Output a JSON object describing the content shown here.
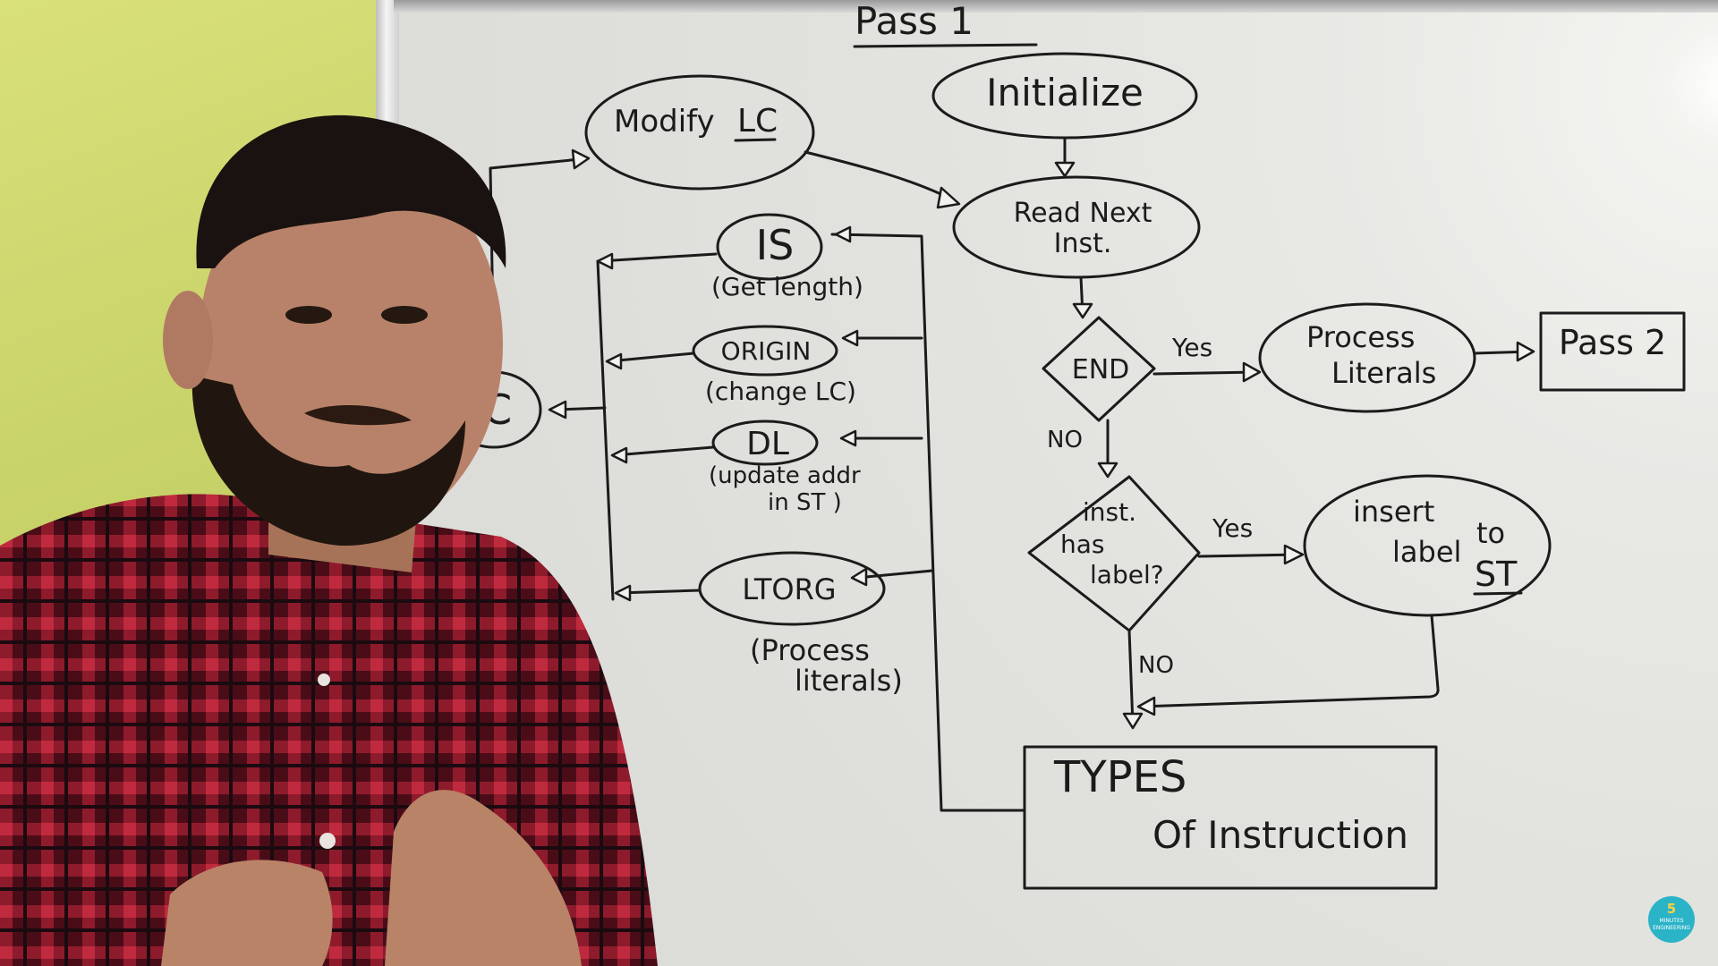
{
  "title": "Pass 1",
  "nodes": {
    "initialize": "Initialize",
    "modify_lc": [
      "Modify",
      "LC"
    ],
    "read_next": [
      "Read Next",
      "Inst."
    ],
    "end": "END",
    "process_literals": [
      "Process",
      "Literals"
    ],
    "pass2": "Pass 2",
    "has_label": [
      "inst.",
      "has",
      "label?"
    ],
    "insert_label": [
      "insert",
      "label",
      "to",
      "ST"
    ],
    "types": [
      "TYPES",
      "Of Instruction"
    ],
    "is": "IS",
    "origin": "ORIGIN",
    "dl": "DL",
    "ltorg": "LTORG",
    "lc_partial": "C"
  },
  "notes": {
    "is": "(Get length)",
    "origin": "(change LC)",
    "dl": [
      "(update addr",
      "in ST )"
    ],
    "ltorg": [
      "(Process",
      "literals)"
    ]
  },
  "edges": {
    "end_yes": "Yes",
    "end_no": "NO",
    "label_yes": "Yes",
    "label_no": "NO"
  },
  "logo": {
    "number": "5",
    "text": "MINUTES ENGINEERING"
  }
}
